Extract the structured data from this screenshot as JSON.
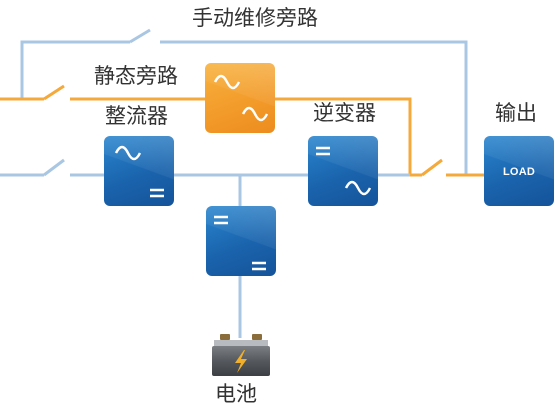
{
  "labels": {
    "manual_bypass": "手动维修旁路",
    "static_bypass": "静态旁路",
    "rectifier": "整流器",
    "inverter": "逆变器",
    "output": "输出",
    "battery": "电池"
  },
  "load_box": {
    "text": "LOAD"
  },
  "colors": {
    "blue_line": "#a9c6e3",
    "orange_line": "#f4a93a",
    "blue_box": "#1a64ad",
    "orange_box": "#f29a2a"
  }
}
